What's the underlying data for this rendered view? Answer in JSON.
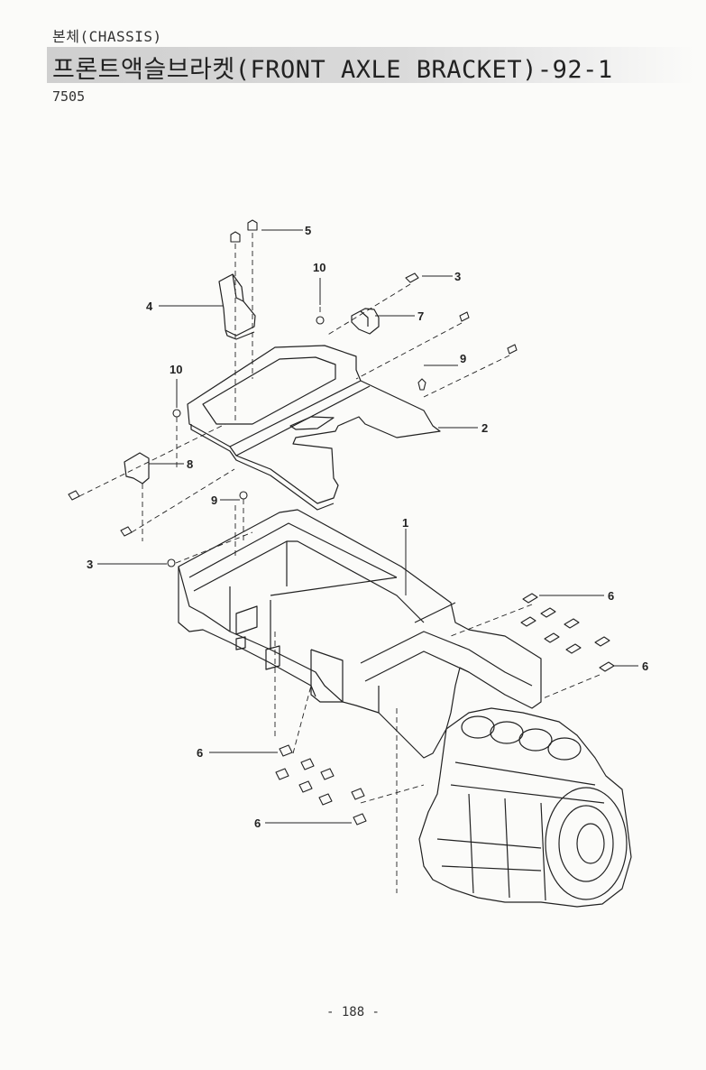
{
  "header": {
    "section": "본체(CHASSIS)",
    "title": "프론트액슬브라켓(FRONT AXLE BRACKET)-92-1",
    "model": "7505"
  },
  "callouts": [
    {
      "id": "c5",
      "label": "5"
    },
    {
      "id": "c10a",
      "label": "10"
    },
    {
      "id": "c3a",
      "label": "3"
    },
    {
      "id": "c4",
      "label": "4"
    },
    {
      "id": "c7",
      "label": "7"
    },
    {
      "id": "c9a",
      "label": "9"
    },
    {
      "id": "c10b",
      "label": "10"
    },
    {
      "id": "c2",
      "label": "2"
    },
    {
      "id": "c8",
      "label": "8"
    },
    {
      "id": "c9b",
      "label": "9"
    },
    {
      "id": "c1",
      "label": "1"
    },
    {
      "id": "c3b",
      "label": "3"
    },
    {
      "id": "c6a",
      "label": "6"
    },
    {
      "id": "c6b",
      "label": "6"
    },
    {
      "id": "c6c",
      "label": "6"
    },
    {
      "id": "c6d",
      "label": "6"
    }
  ],
  "footer": {
    "page_number": "- 188 -"
  }
}
